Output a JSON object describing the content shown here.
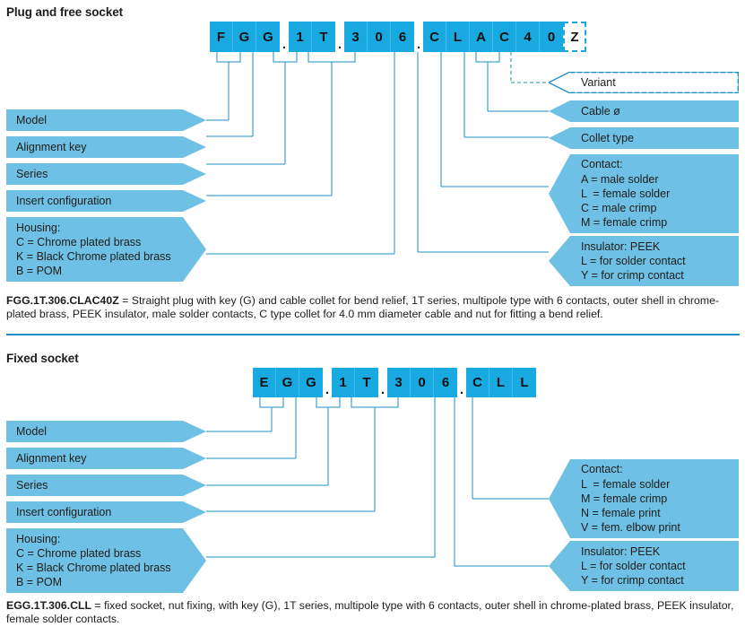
{
  "sections": [
    {
      "title": "Plug and free socket",
      "code": "FGG.1T.306.CLAC40Z",
      "chars": [
        "F",
        "G",
        "G",
        "1",
        "T",
        "3",
        "0",
        "6",
        "C",
        "L",
        "A",
        "C",
        "4",
        "0",
        "Z"
      ],
      "separators": [
        ".",
        ".",
        "."
      ],
      "left_labels": [
        {
          "lines": [
            "Model"
          ]
        },
        {
          "lines": [
            "Alignment key"
          ]
        },
        {
          "lines": [
            "Series"
          ]
        },
        {
          "lines": [
            "Insert configuration"
          ]
        },
        {
          "lines": [
            "Housing:",
            "C = Chrome plated brass",
            "K = Black Chrome plated brass",
            "B = POM"
          ]
        }
      ],
      "right_labels": [
        {
          "lines": [
            "Variant"
          ],
          "style": "outline"
        },
        {
          "lines": [
            "Cable ø"
          ],
          "style": "fill"
        },
        {
          "lines": [
            "Collet type"
          ],
          "style": "fill"
        },
        {
          "lines": [
            "Contact:",
            "A = male solder",
            "L  = female solder",
            "C = male crimp",
            "M = female crimp"
          ],
          "style": "fill"
        },
        {
          "lines": [
            "Insulator: PEEK",
            "L = for solder contact",
            "Y = for crimp contact"
          ],
          "style": "fill"
        }
      ],
      "caption_code": "FGG.1T.306.CLAC40Z",
      "caption_text": " = Straight plug with key (G) and cable collet for bend relief, 1T series, multipole type with 6 contacts, outer shell in chrome-plated brass, PEEK insulator, male solder contacts, C type collet for 4.0 mm diameter cable and nut for fitting a bend relief."
    },
    {
      "title": "Fixed socket",
      "code": "EGG.1T.306.CLL",
      "chars": [
        "E",
        "G",
        "G",
        "1",
        "T",
        "3",
        "0",
        "6",
        "C",
        "L",
        "L"
      ],
      "separators": [
        ".",
        ".",
        "."
      ],
      "left_labels": [
        {
          "lines": [
            "Model"
          ]
        },
        {
          "lines": [
            "Alignment key"
          ]
        },
        {
          "lines": [
            "Series"
          ]
        },
        {
          "lines": [
            "Insert configuration"
          ]
        },
        {
          "lines": [
            "Housing:",
            "C = Chrome plated brass",
            "K = Black Chrome plated brass",
            "B = POM"
          ]
        }
      ],
      "right_labels": [
        {
          "lines": [
            "Contact:",
            "L  = female solder",
            "M = female crimp",
            "N = female print",
            "V = fem. elbow print"
          ],
          "style": "fill"
        },
        {
          "lines": [
            "Insulator: PEEK",
            "L = for solder contact",
            "Y = for crimp contact"
          ],
          "style": "fill"
        }
      ],
      "caption_code": "EGG.1T.306.CLL",
      "caption_text": " = fixed socket, nut fixing, with key (G), 1T series, multipole type with 6 contacts, outer shell in chrome-plated brass, PEEK insulator, female solder contacts."
    }
  ],
  "colors": {
    "code_box": "#17A9E0",
    "label_fill": "#6EC1E4",
    "wire": "#1B8FC4",
    "text": "#1d1d1b"
  }
}
